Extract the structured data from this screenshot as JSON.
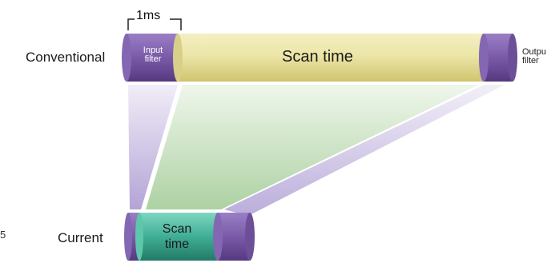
{
  "title_tick": "1ms",
  "rows": {
    "conventional": {
      "label": "Conventional",
      "input_filter": [
        "Input",
        "filter"
      ],
      "scan_time": "Scan time",
      "output_filter": [
        "Outpu",
        "filter"
      ]
    },
    "current": {
      "label": "Current",
      "scan_time": [
        "Scan",
        "time"
      ]
    }
  },
  "footnote": "5",
  "colors": {
    "purple": "#7a5aa8",
    "purple_dark": "#4e3678",
    "purple_light": "#a58bd0",
    "yellow": "#e8e3a0",
    "yellow_dark": "#b8ae4a",
    "teal": "#3fae95",
    "teal_dark": "#237a66",
    "teal_light": "#7fd6bf",
    "fan_green": "#b9d8b0",
    "fan_purple": "#c9bfe0"
  }
}
